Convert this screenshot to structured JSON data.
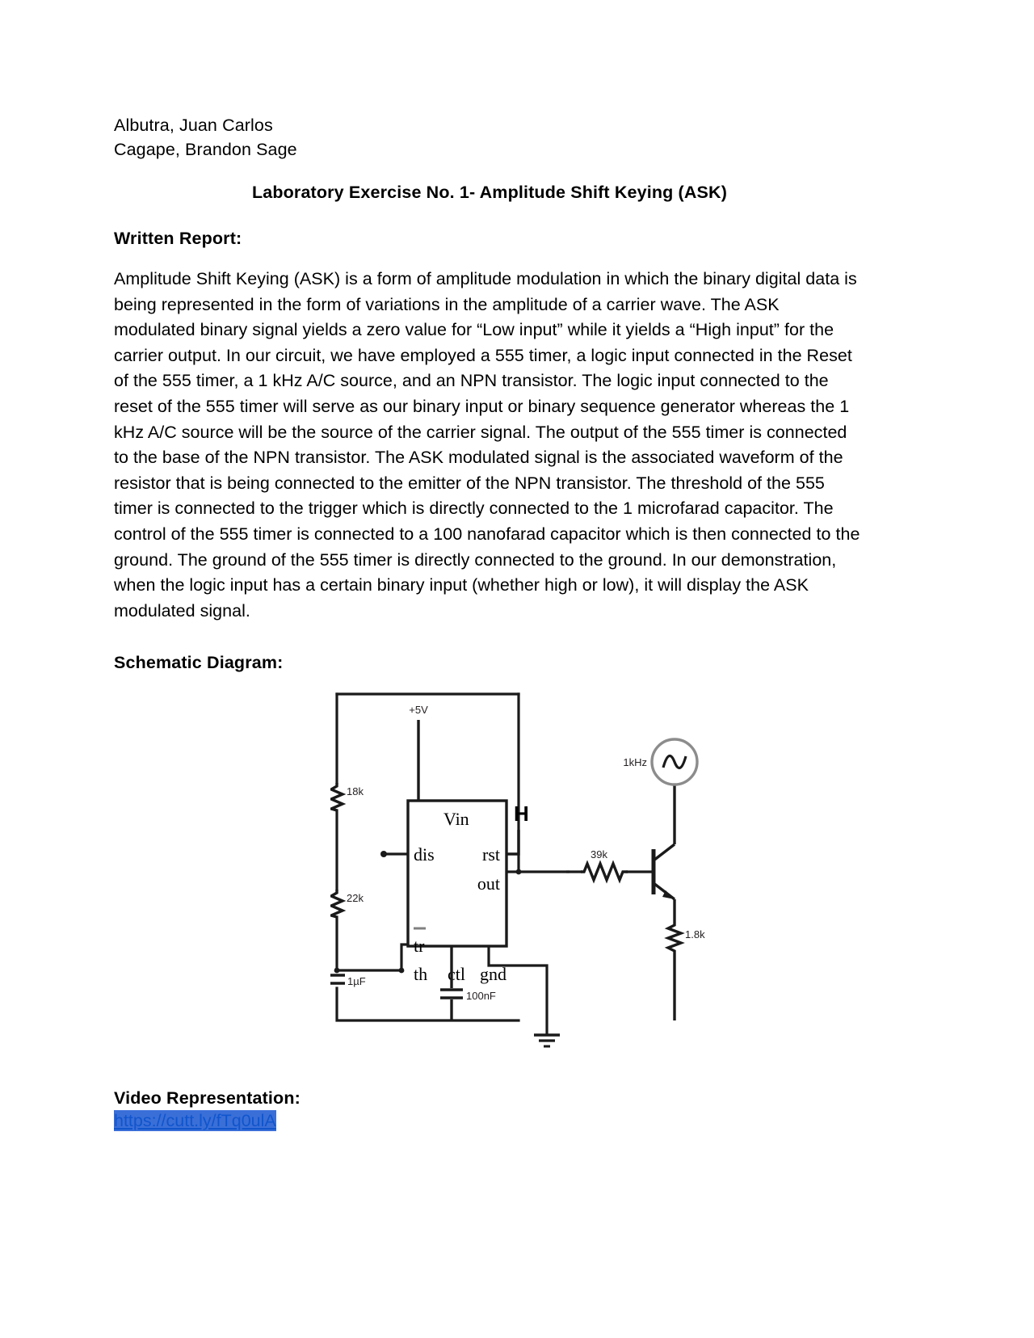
{
  "document": {
    "authors": [
      "Albutra, Juan Carlos",
      "Cagape, Brandon Sage"
    ],
    "title": "Laboratory Exercise No. 1- Amplitude Shift Keying (ASK)",
    "sections": {
      "written_report_heading": "Written Report:",
      "written_report_body": "Amplitude Shift Keying (ASK) is a form of amplitude modulation in which the binary digital data is being represented in the form of variations in the amplitude of a carrier wave. The ASK modulated binary signal yields a zero value for “Low input” while it yields a “High input” for the carrier output. In our circuit, we have employed a 555 timer, a logic input connected in the Reset of the 555 timer, a 1 kHz A/C source, and an NPN transistor. The logic input connected to the reset of the 555 timer will serve as our binary input or binary sequence generator whereas the 1 kHz A/C source will be the source of the carrier signal. The output of the 555 timer is connected to the base of the NPN transistor. The ASK modulated signal is the associated waveform of the resistor that is being connected to the emitter of the NPN transistor. The threshold of the 555 timer is connected to the trigger which is directly connected to the 1 microfarad capacitor. The control of the 555 timer is connected to a 100 nanofarad capacitor which is then connected to the ground. The ground of the 555 timer is directly connected to the ground. In our demonstration, when the logic input has a certain binary input (whether high or low), it will display the ASK modulated signal.",
      "schematic_heading": "Schematic Diagram:",
      "video_heading": "Video Representation:",
      "video_link": "https://cutt.ly/fTq0ulA"
    }
  },
  "schematic": {
    "supply_label": "+5V",
    "ic": {
      "top_pin": "Vin",
      "left_pins": [
        "dis",
        "tr",
        "th"
      ],
      "right_pins": [
        "rst",
        "out"
      ],
      "bottom_pins": [
        "ctl",
        "gnd"
      ]
    },
    "logic_input_label": "H",
    "components": [
      {
        "name": "resistor-18k",
        "label": "18k"
      },
      {
        "name": "resistor-22k",
        "label": "22k"
      },
      {
        "name": "capacitor-1uF",
        "label": "1µF"
      },
      {
        "name": "capacitor-100nF",
        "label": "100nF"
      },
      {
        "name": "resistor-39k",
        "label": "39k"
      },
      {
        "name": "resistor-1.8k",
        "label": "1.8k"
      },
      {
        "name": "ac-source",
        "label": "1kHz"
      }
    ],
    "colors": {
      "wire": "#1a1a1a",
      "label": "#231f20",
      "ac_source_outline": "#808080",
      "link": "#1155cc",
      "link_highlight": "#3a6fd8"
    }
  }
}
